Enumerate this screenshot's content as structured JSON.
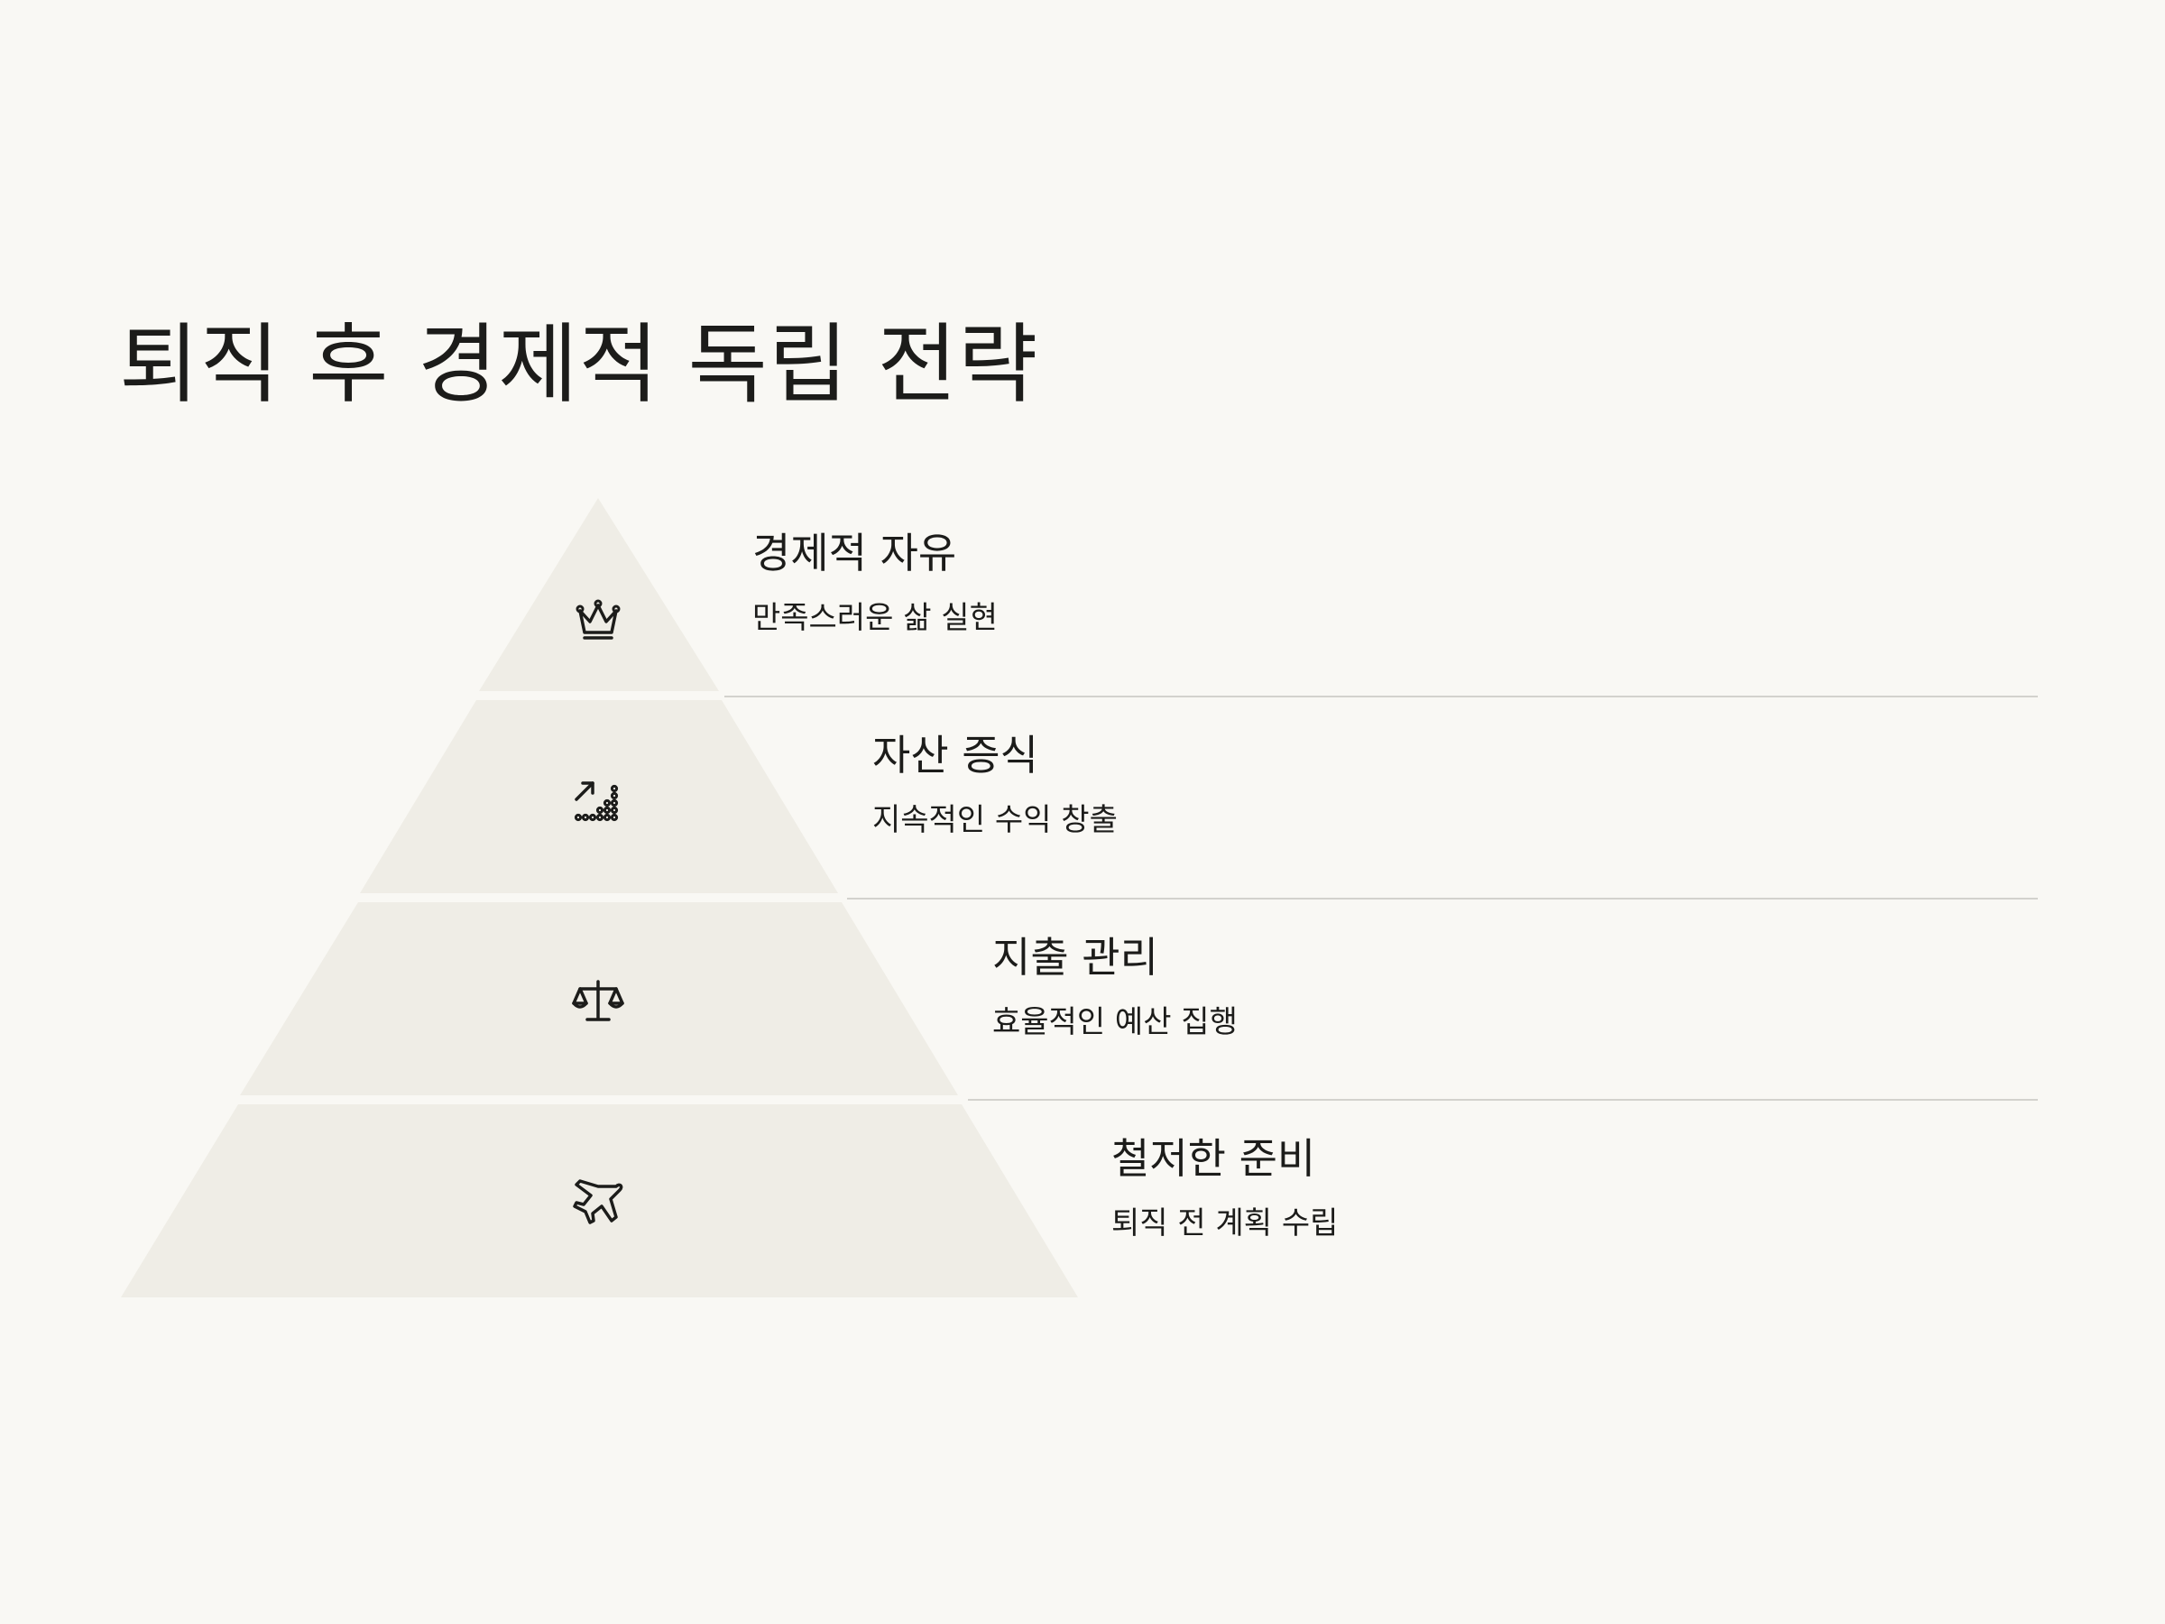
{
  "title": "퇴직 후 경제적 독립 전략",
  "colors": {
    "background": "#f9f8f4",
    "tier_fill": "#efede6",
    "divider": "#d3d2cd",
    "text": "#1c1c1a"
  },
  "tiers": [
    {
      "title": "경제적 자유",
      "description": "만족스러운 삶 실현",
      "icon": "crown-icon"
    },
    {
      "title": "자산 증식",
      "description": "지속적인 수익 창출",
      "icon": "growth-chart-icon"
    },
    {
      "title": "지출 관리",
      "description": "효율적인 예산 집행",
      "icon": "balance-scale-icon"
    },
    {
      "title": "철저한 준비",
      "description": "퇴직 전 계획 수립",
      "icon": "airplane-icon"
    }
  ]
}
